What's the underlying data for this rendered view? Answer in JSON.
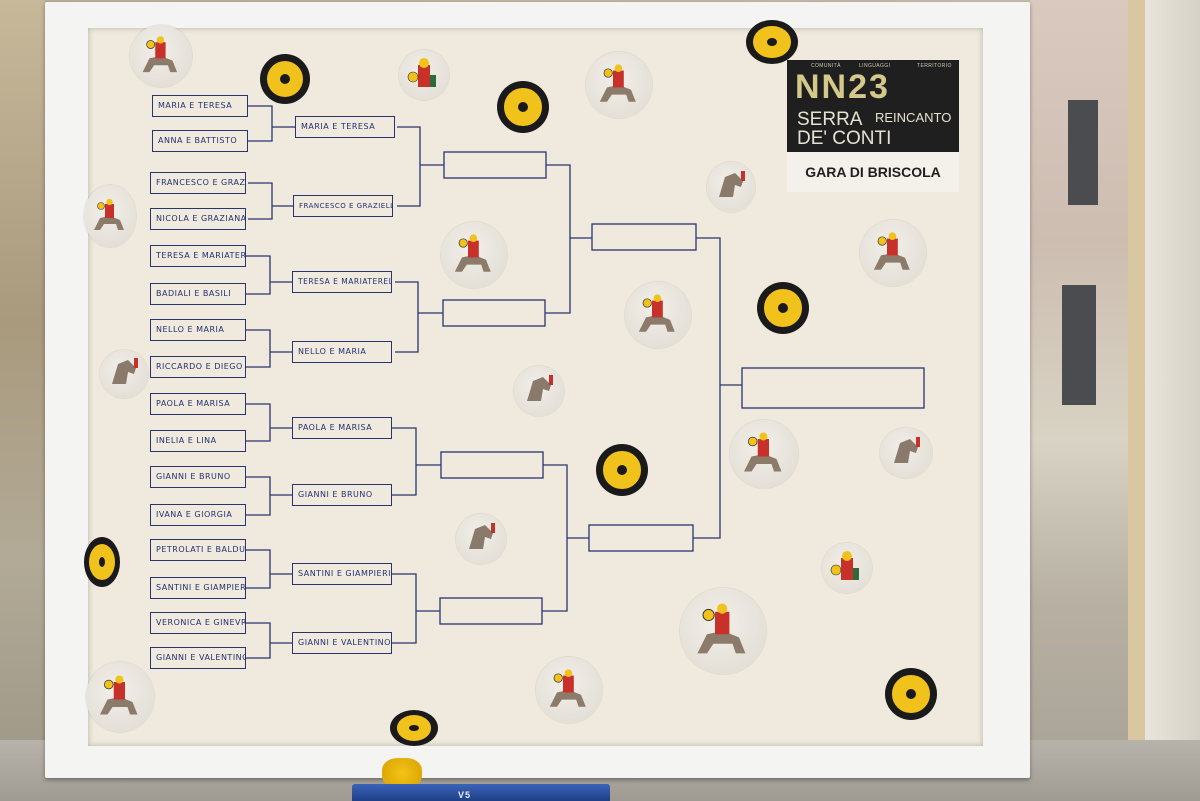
{
  "logo": {
    "small_1": "COMUNITÀ",
    "small_2": "LINGUAGGI",
    "small_3": "TERRITORIO",
    "number": "NN23",
    "line_1": "SERRA",
    "line_2": "DE' CONTI",
    "line_3": "REINCANTO",
    "subtitle": "GARA DI BRISCOLA"
  },
  "round1": [
    "MARIA E TERESA",
    "ANNA E BATTISTO",
    "FRANCESCO E GRAZIELLA",
    "NICOLA E GRAZIANA",
    "TERESA E MARIATERESA",
    "BADIALI E BASILI",
    "NELLO E MARIA",
    "RICCARDO E DIEGO",
    "PAOLA E MARISA",
    "INELIA E LINA",
    "GIANNI E BRUNO",
    "IVANA E GIORGIA",
    "PETROLATI E BALDUCCI",
    "SANTINI E GIAMPIERI",
    "VERONICA E GINEVRA",
    "GIANNI E VALENTINO"
  ],
  "round2": [
    "MARIA E TERESA",
    "FRANCESCO E GRAZIELLA",
    "TERESA E MARIATERELA",
    "NELLO E MARIA",
    "PAOLA E MARISA",
    "GIANNI E BRUNO",
    "SANTINI E GIAMPIERI",
    "GIANNI E VALENTINO"
  ],
  "marker_label": "V5",
  "colors": {
    "ink": "#2a3570",
    "board": "#efeadd",
    "coin_gold": "#f1c21b",
    "frame": "#f4f4f2"
  },
  "icons": [
    "knight-card-sticker",
    "horse-head-sticker",
    "king-card-sticker",
    "sun-coin-sticker"
  ]
}
